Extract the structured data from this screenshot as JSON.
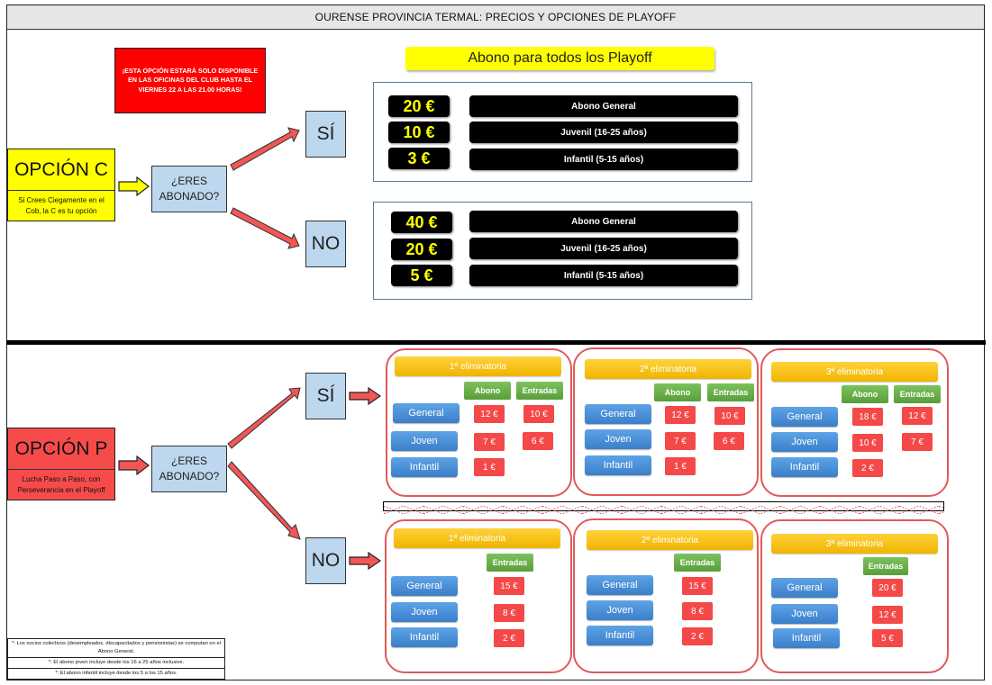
{
  "title": "OURENSE PROVINCIA TERMAL: PRECIOS Y OPCIONES DE PLAYOFF",
  "warning": "¡ESTA OPCIÓN ESTARÁ SOLO DISPONIBLE EN LAS OFICINAS DEL CLUB HASTA EL VIERNES 22 A LAS 21.00 HORAS!",
  "option_c": {
    "title": "OPCIÓN C",
    "subtitle": "Si Crees Ciegamente en el Cob, la C es tu opción",
    "question": "¿ERES ABONADO?",
    "yes": "SÍ",
    "no": "NO",
    "banner": "Abono para todos los Playoff",
    "yes_prices": [
      {
        "price": "20 €",
        "label": "Abono General"
      },
      {
        "price": "10 €",
        "label": "Juvenil (16-25 años)"
      },
      {
        "price": "3 €",
        "label": "Infantil (5-15 años)"
      }
    ],
    "no_prices": [
      {
        "price": "40 €",
        "label": "Abono General"
      },
      {
        "price": "20 €",
        "label": "Juvenil (16-25 años)"
      },
      {
        "price": "5 €",
        "label": "Infantil (5-15 años)"
      }
    ]
  },
  "option_p": {
    "title": "OPCIÓN P",
    "subtitle": "Lucha Paso a Paso, con Perseverancia en el Playoff",
    "question": "¿ERES ABONADO?",
    "yes": "SÍ",
    "no": "NO",
    "col_abono": "Abono",
    "col_entradas": "Entradas",
    "categories": [
      "General",
      "Joven",
      "Infantil"
    ],
    "yes_rounds": [
      {
        "title": "1ª eliminatoria",
        "abono": [
          "12 €",
          "7 €",
          "1 €"
        ],
        "entradas": [
          "10 €",
          "6 €"
        ]
      },
      {
        "title": "2ª eliminatoria",
        "abono": [
          "12 €",
          "7 €",
          "1 €"
        ],
        "entradas": [
          "10 €",
          "6 €"
        ]
      },
      {
        "title": "3ª eliminatoria",
        "abono": [
          "18 €",
          "10 €",
          "2 €"
        ],
        "entradas": [
          "12 €",
          "7 €"
        ]
      }
    ],
    "no_rounds": [
      {
        "title": "1ª eliminatoria",
        "entradas": [
          "15 €",
          "8 €",
          "2 €"
        ]
      },
      {
        "title": "2ª eliminatoria",
        "entradas": [
          "15 €",
          "8 €",
          "2 €"
        ]
      },
      {
        "title": "3ª eliminatoria",
        "entradas": [
          "20 €",
          "12 €",
          "5 €"
        ]
      }
    ]
  },
  "notes": [
    "*: Los socios colectivos (desempleados, discapacitados y pensionistas) se computan en el Abono General.",
    "*: El abono joven incluye desde los 16 a 25 años inclusive.",
    "*: El abono infantil incluye desde los 5 a los 15 años."
  ],
  "colors": {
    "option_c": "#ffff00",
    "option_p": "#f74b4b",
    "warning": "#ff0000",
    "question_box": "#bdd7ee",
    "price_value": "#f54848",
    "category": "#3a7fc9",
    "column_header": "#5a9e3b",
    "round_title": "#f0b400"
  }
}
